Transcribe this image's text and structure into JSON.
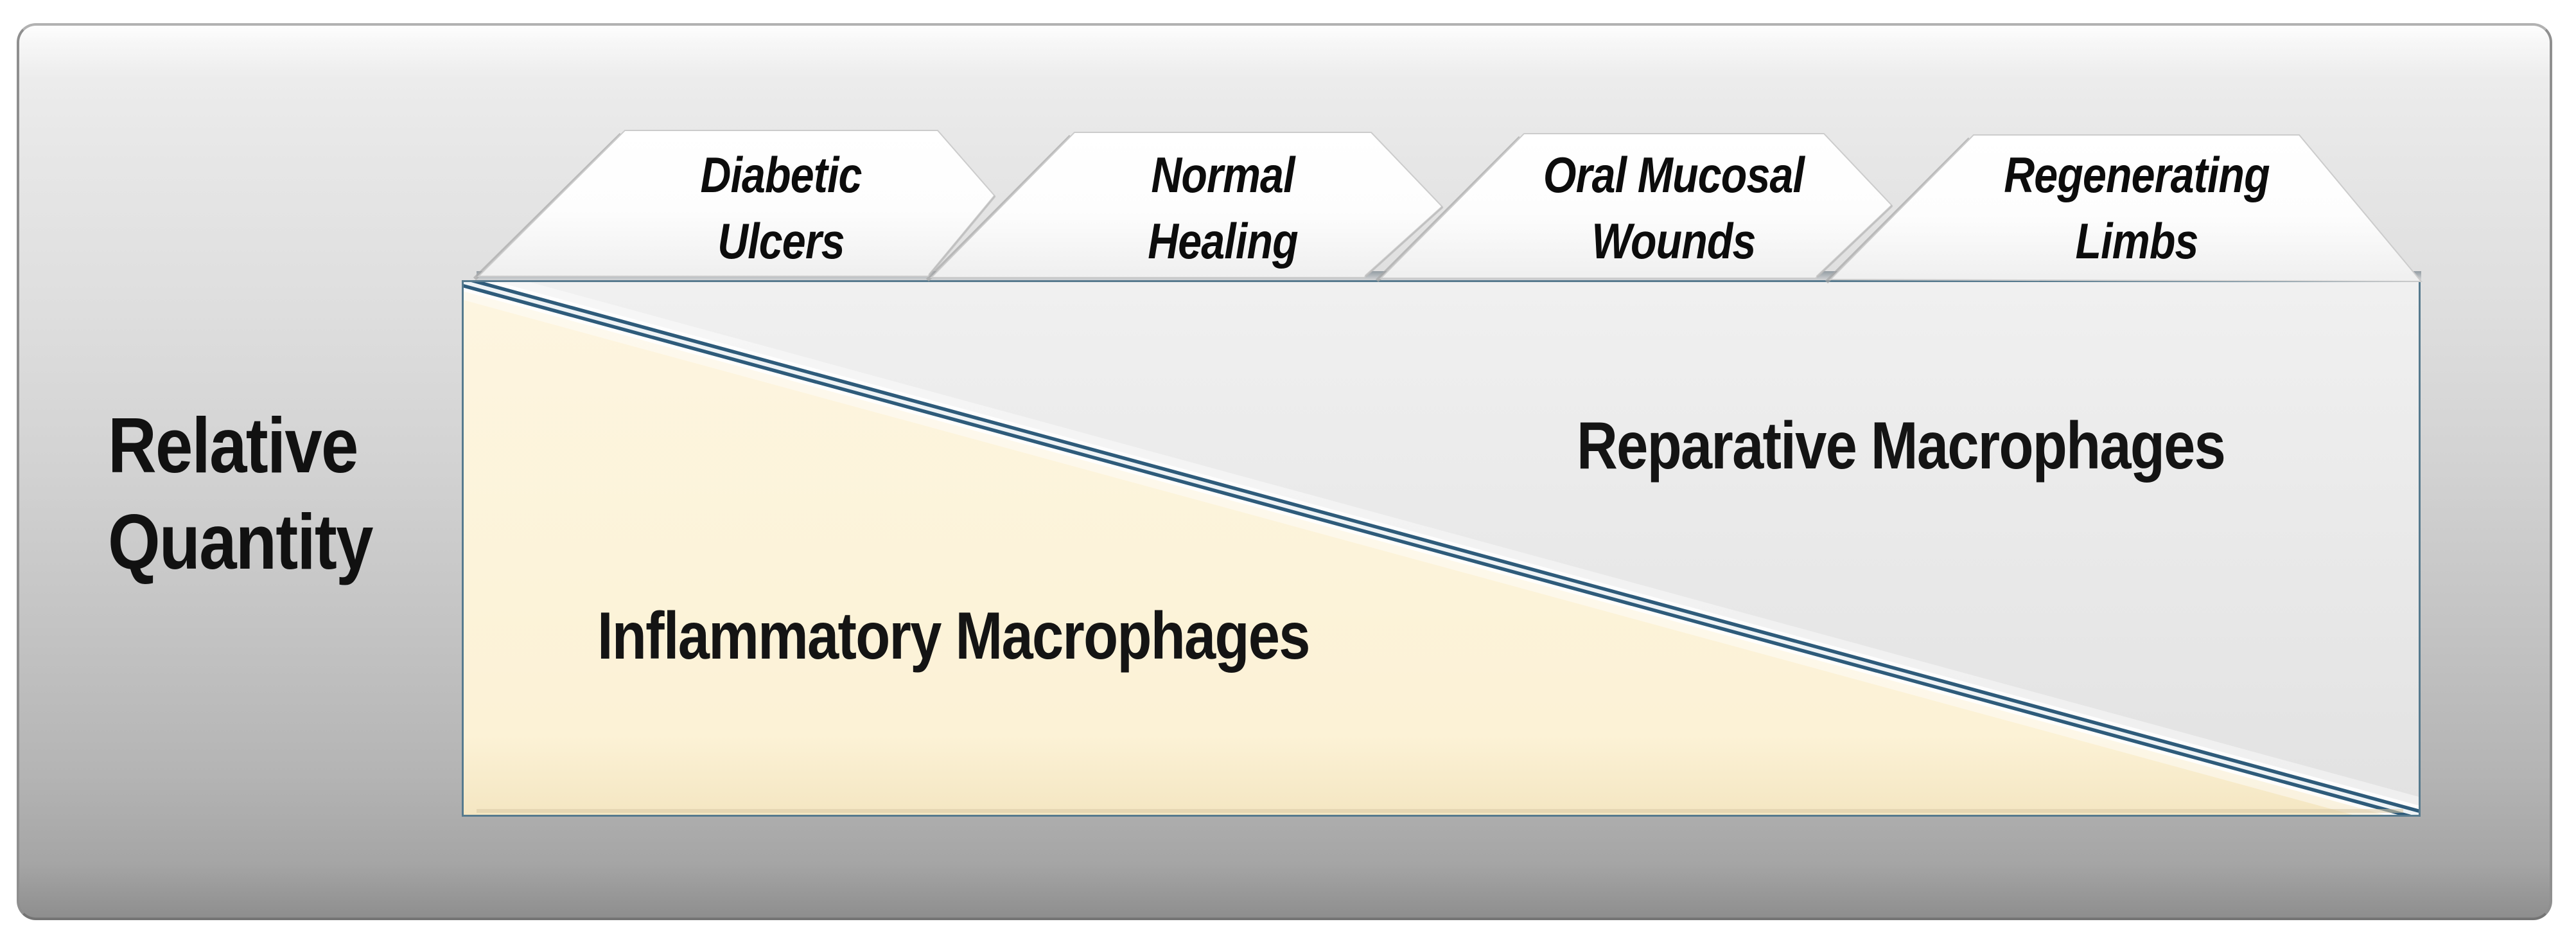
{
  "figure": {
    "axis": {
      "label_line1": "Relative",
      "label_line2": "Quantity"
    },
    "tabs": [
      {
        "line1": "Diabetic",
        "line2": "Ulcers"
      },
      {
        "line1": "Normal",
        "line2": "Healing"
      },
      {
        "line1": "Oral Mucosal",
        "line2": "Wounds"
      },
      {
        "line1": "Regenerating",
        "line2": "Limbs"
      }
    ],
    "regions": {
      "inflammatory": "Inflammatory Macrophages",
      "reparative": "Reparative Macrophages"
    },
    "colors": {
      "inflammatory_fill": "#FCF3DA",
      "reparative_fill": "#E9E9E9",
      "divider_line": "#2E5B7A",
      "box_border": "#567A8E",
      "tab_fill": "#FFFFFF",
      "panel_gray_top": "#ECECEC",
      "panel_gray_bottom": "#8E8E8E"
    }
  }
}
